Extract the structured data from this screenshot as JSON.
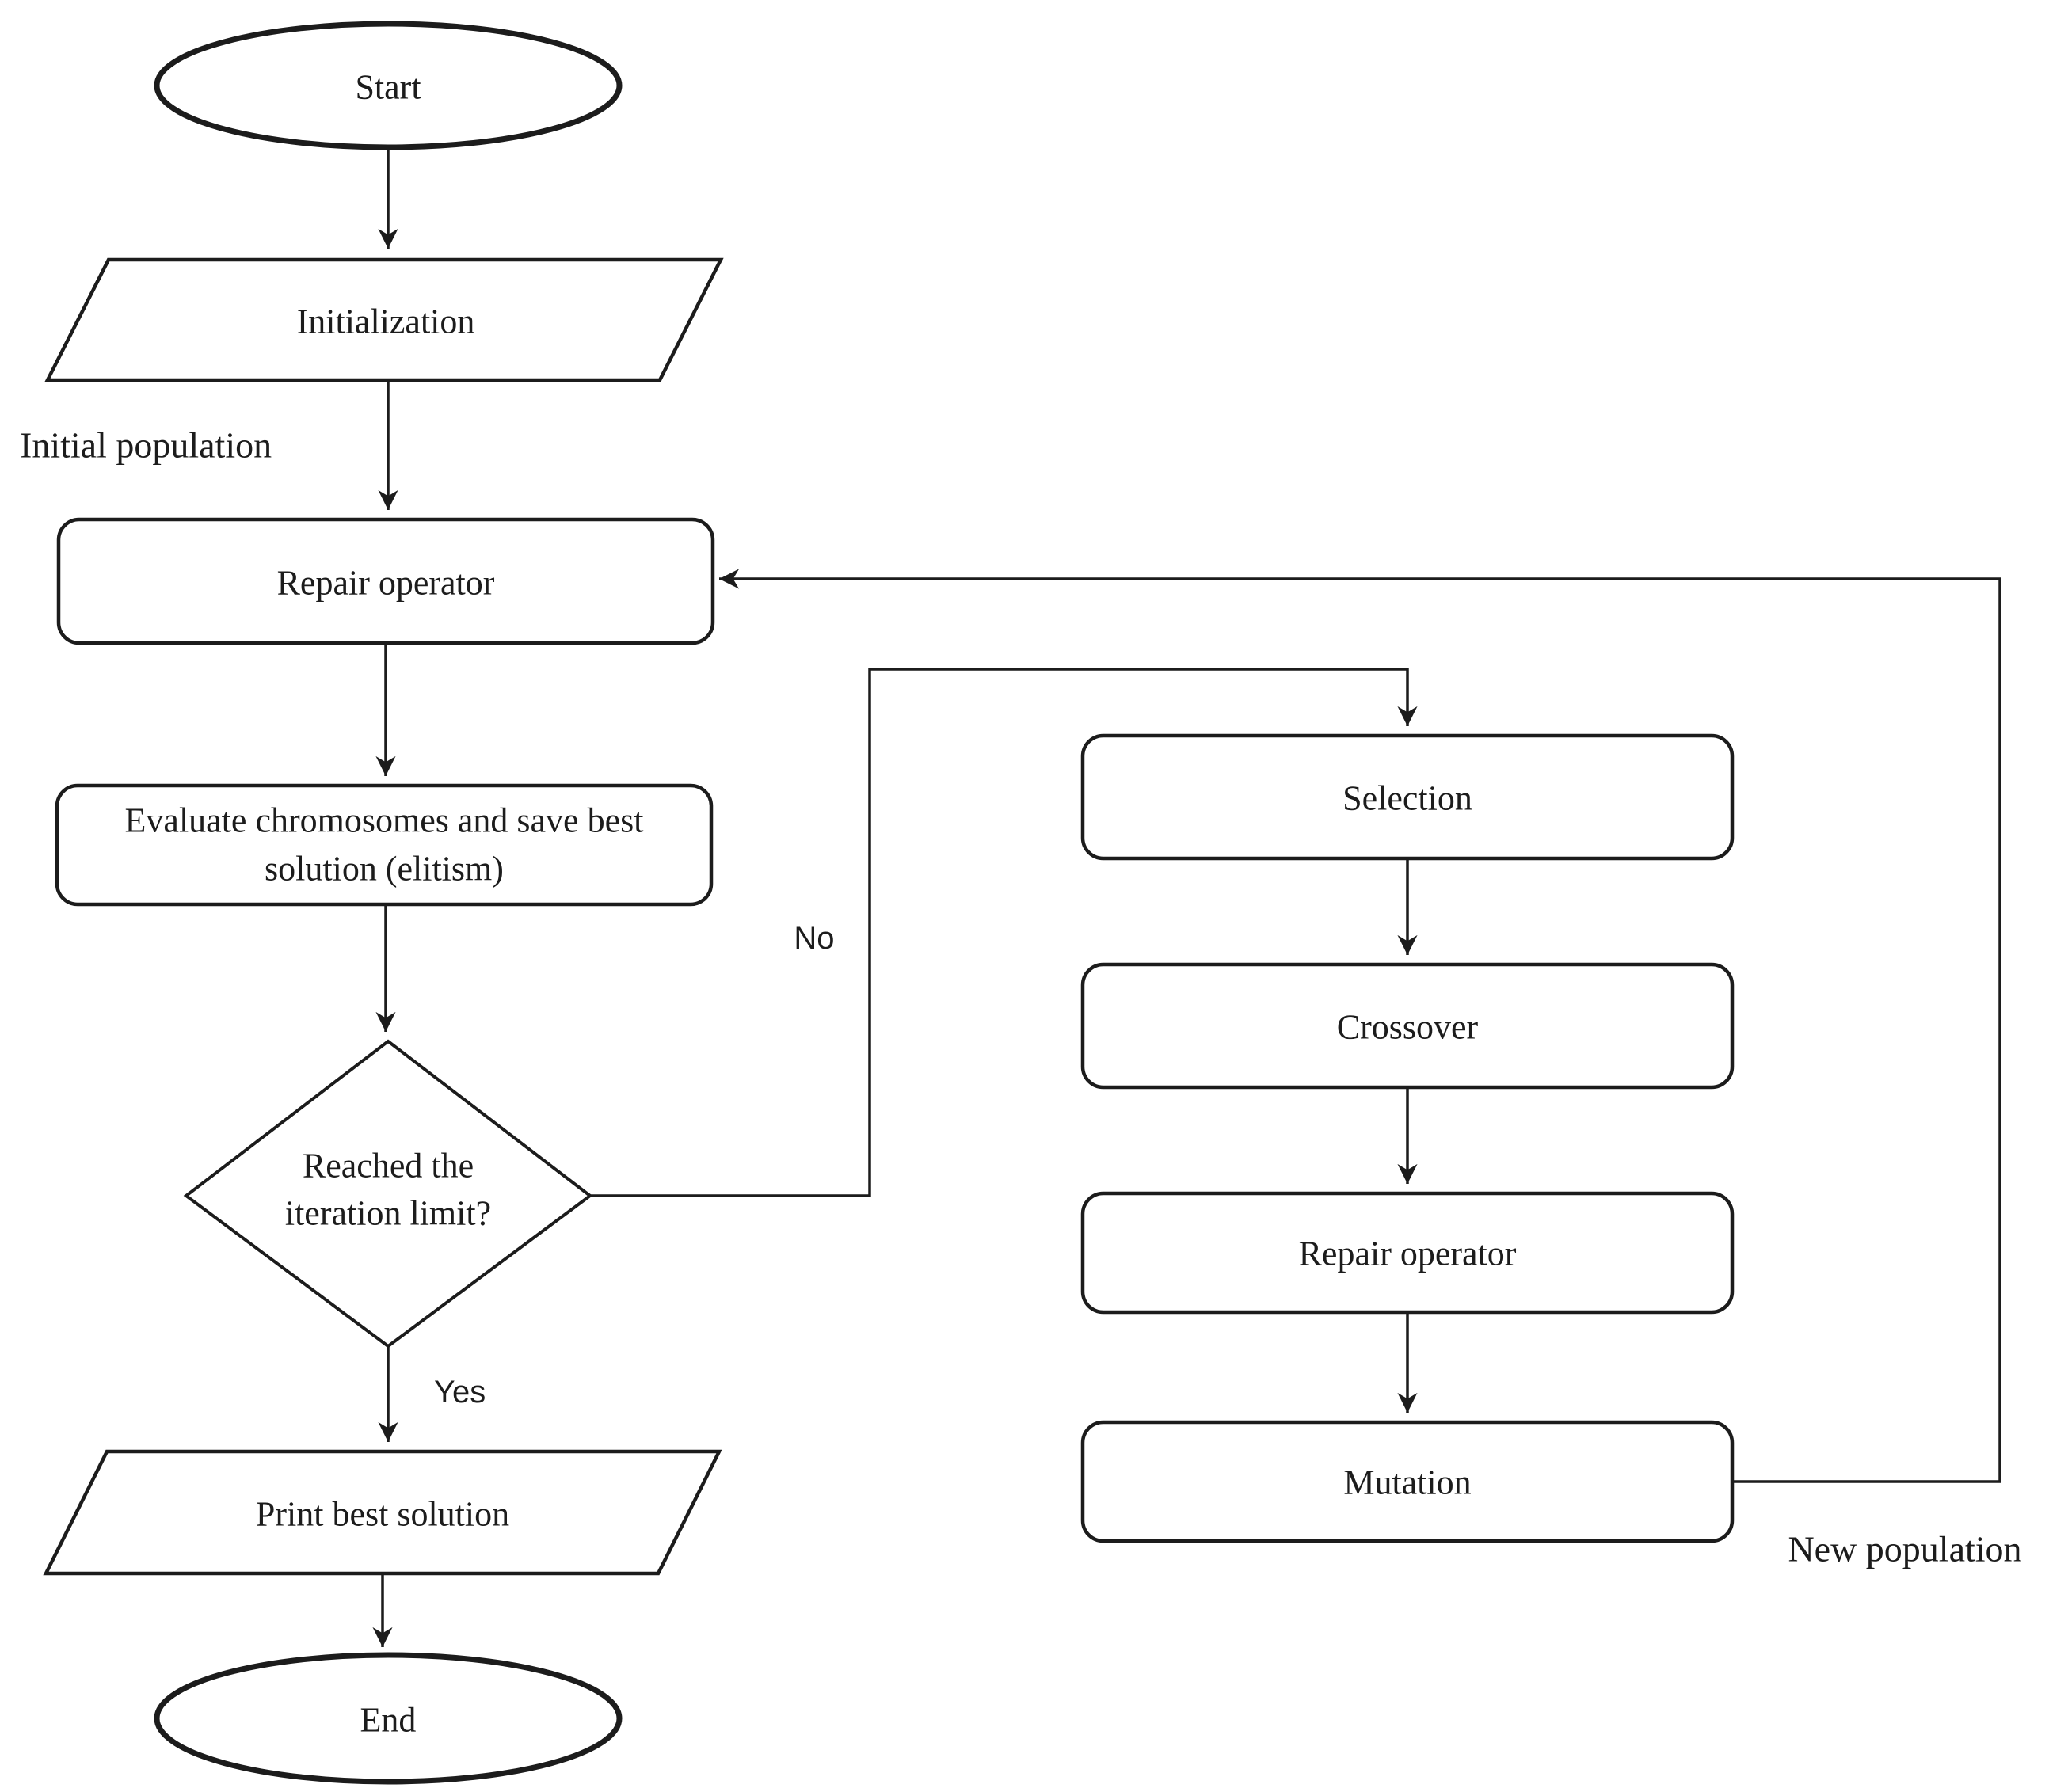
{
  "nodes": {
    "start": {
      "label": "Start"
    },
    "initialization": {
      "label": "Initialization"
    },
    "repair_operator_main": {
      "label": "Repair operator"
    },
    "evaluate": {
      "line1": "Evaluate chromosomes and save best",
      "line2": "solution (elitism)"
    },
    "decision": {
      "line1": "Reached the",
      "line2": "iteration limit?"
    },
    "print_best_solution": {
      "label": "Print best solution"
    },
    "end": {
      "label": "End"
    },
    "selection": {
      "label": "Selection"
    },
    "crossover": {
      "label": "Crossover"
    },
    "repair_operator_loop": {
      "label": "Repair operator"
    },
    "mutation": {
      "label": "Mutation"
    }
  },
  "edge_labels": {
    "initial_population": "Initial population",
    "yes": "Yes",
    "no": "No",
    "new_population": "New population"
  },
  "colors": {
    "stroke": "#1c1c1c",
    "fill": "#ffffff",
    "background": "#ffffff",
    "text": "#1c1c1c"
  }
}
